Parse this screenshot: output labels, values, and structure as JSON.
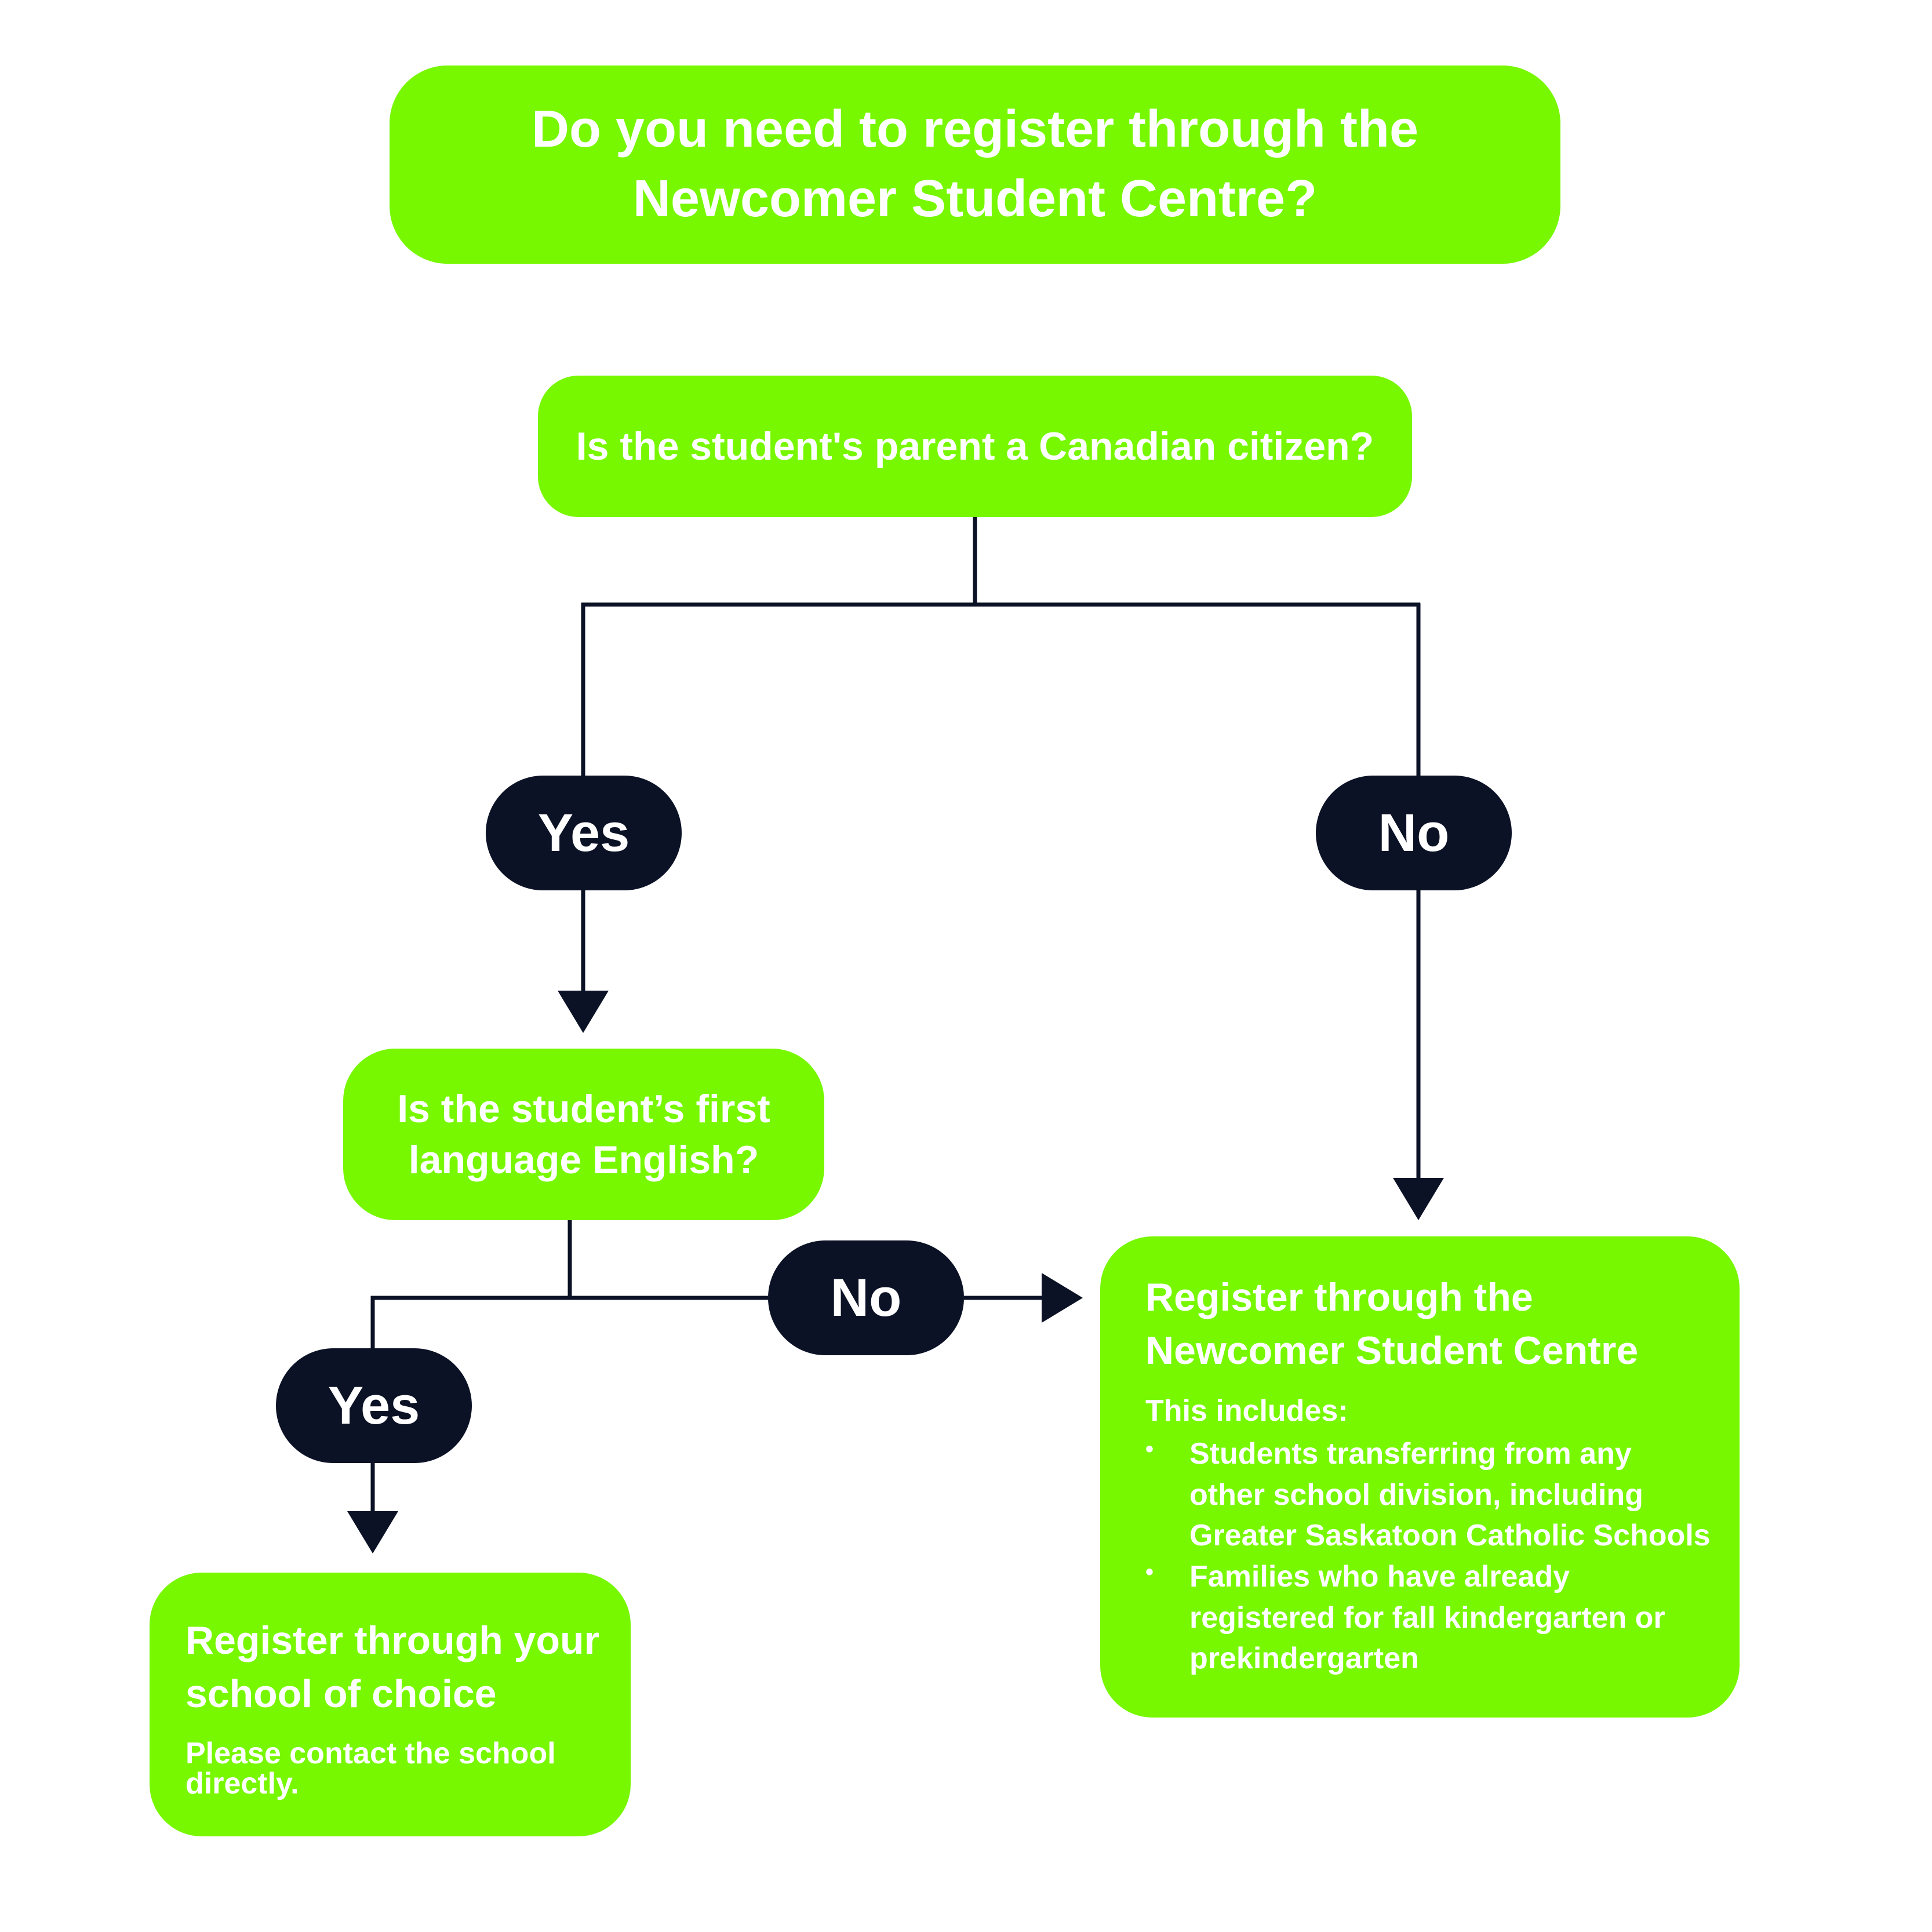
{
  "title": {
    "line1": "Do you need to register through the",
    "line2": "Newcomer Student Centre?"
  },
  "question1": "Is the student's parent a Canadian citizen?",
  "question2": {
    "line1": "Is the student’s first",
    "line2": "language English?"
  },
  "answers": {
    "yes1": "Yes",
    "no1": "No",
    "no2": "No",
    "yes2": "Yes"
  },
  "result_newcomer": {
    "title_line1": "Register through the",
    "title_line2": "Newcomer Student Centre",
    "intro": "This includes:",
    "items": [
      {
        "line1": "Students transferring from any",
        "line2": "other school division, including",
        "line3": "Greater Saskatoon Catholic Schools"
      },
      {
        "line1": "Families who have already",
        "line2": "registered for fall kindergarten or",
        "line3": "prekindergarten"
      }
    ]
  },
  "result_school": {
    "title_line1": "Register through your",
    "title_line2": "school of choice",
    "note_line1": "Please contact the school",
    "note_line2": "directly."
  },
  "colors": {
    "box": "#77f700",
    "pill": "#0c1226",
    "line": "#0c1226",
    "text": "#ffffff"
  }
}
